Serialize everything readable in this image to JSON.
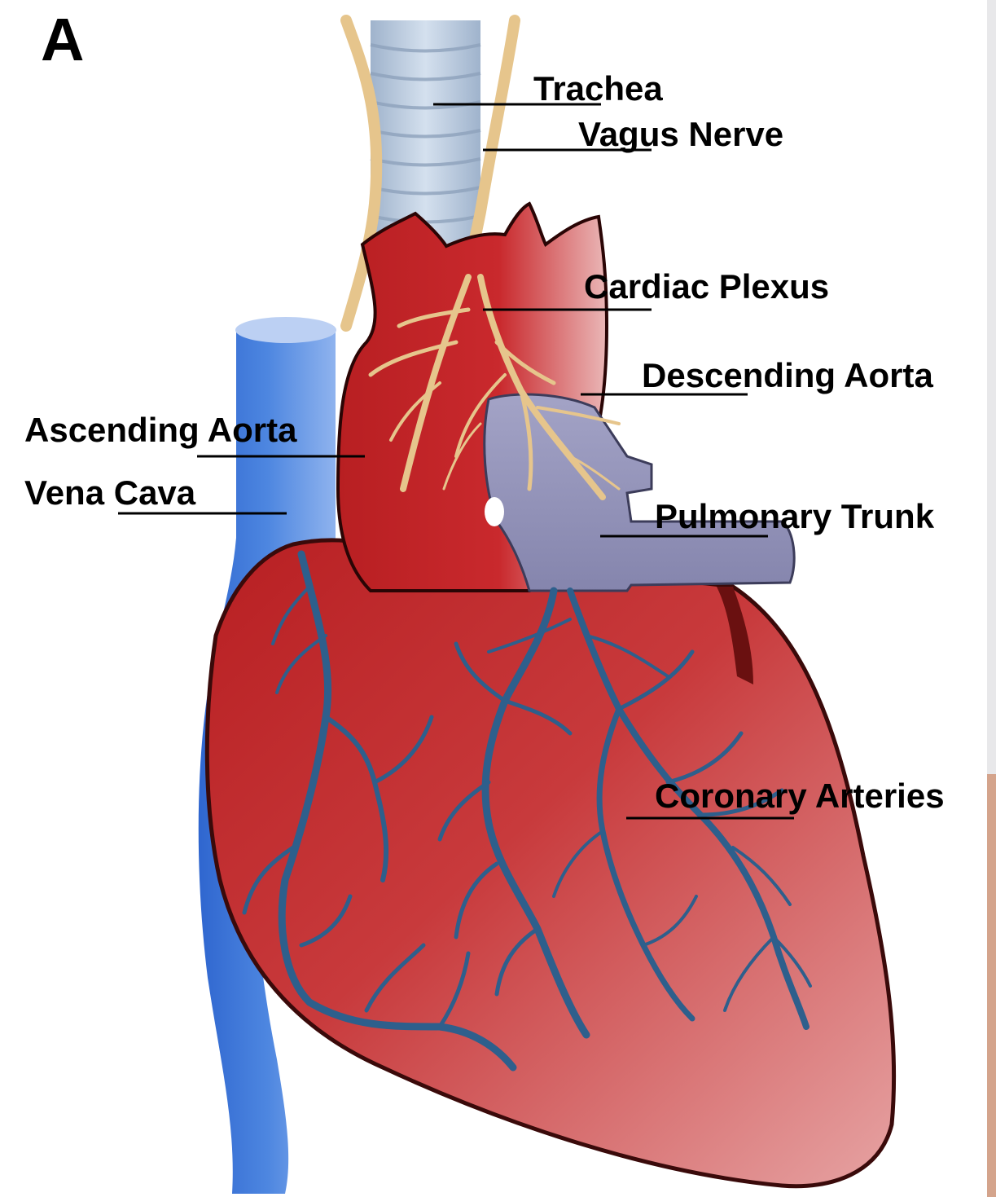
{
  "panel_label": "A",
  "labels": {
    "trachea": "Trachea",
    "vagus_nerve": "Vagus Nerve",
    "cardiac_plexus": "Cardiac Plexus",
    "descending_aorta": "Descending Aorta",
    "ascending_aorta": "Ascending Aorta",
    "vena_cava": "Vena Cava",
    "pulmonary_trunk": "Pulmonary Trunk",
    "coronary_arteries": "Coronary Arteries"
  },
  "colors": {
    "heart_red": "#c62a2e",
    "heart_outline": "#3a0a0a",
    "coronary_vessels": "#2e5f8c",
    "vena_cava_blue": "#3f78d6",
    "trachea_gray": "#b8c8dc",
    "nerve_tan": "#e6c58c",
    "pulmonary_gray": "#8f8fb4"
  }
}
